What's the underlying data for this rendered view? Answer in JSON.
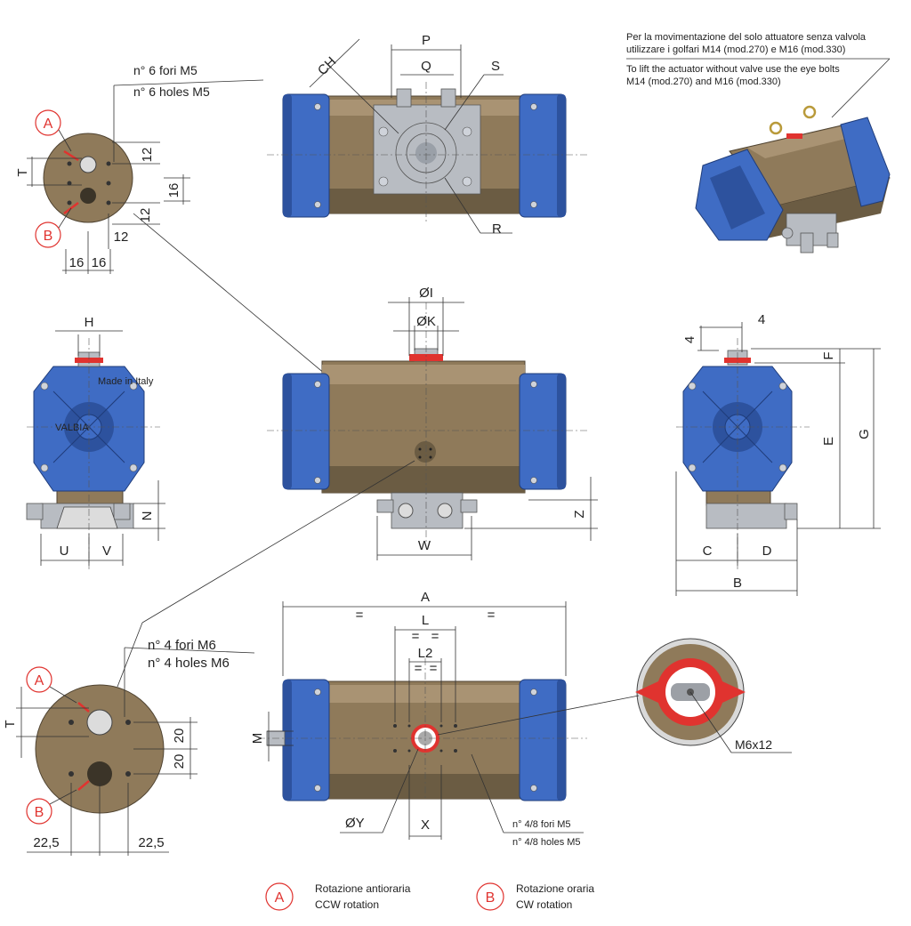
{
  "notes": {
    "it_line1": "Per la movimentazione del solo attuatore senza valvola",
    "it_line2": "utilizzare i golfari M14 (mod.270) e M16 (mod.330)",
    "en_line1": "To lift the actuator without valve use the eye bolts",
    "en_line2": "M14 (mod.270) and  M16 (mod.330)"
  },
  "detail_top_left": {
    "holes_it": "n° 6 fori M5",
    "holes_en": "n° 6 holes M5",
    "mark_a": "A",
    "mark_b": "B",
    "t": "T",
    "d12_a": "12",
    "d16_v": "16",
    "d12_b": "12",
    "d12_c": "12",
    "d16_a": "16",
    "d16_b": "16"
  },
  "top_view": {
    "ch": "CH",
    "p": "P",
    "q": "Q",
    "s": "S",
    "r": "R"
  },
  "front_view": {
    "phi_i": "ØI",
    "phi_k": "ØK",
    "z": "Z",
    "w": "W"
  },
  "left_view": {
    "h": "H",
    "n": "N",
    "u": "U",
    "v": "V",
    "brand": "VALBIA",
    "made_in": "Made in Italy"
  },
  "right_view": {
    "d4_h": "4",
    "d4_v": "4",
    "f": "F",
    "e": "E",
    "g": "G",
    "c": "C",
    "d": "D",
    "b": "B"
  },
  "bottom_view": {
    "a": "A",
    "eq": "=",
    "l": "L",
    "l2": "L2",
    "m": "M",
    "phi_y": "ØY",
    "x": "X",
    "holes_it": "n° 4/8 fori M5",
    "holes_en": "n° 4/8 holes M5",
    "m6x12": "M6x12"
  },
  "detail_bottom_left": {
    "holes_it": "n° 4 fori M6",
    "holes_en": "n° 4 holes M6",
    "mark_a": "A",
    "mark_b": "B",
    "t": "T",
    "d20_a": "20",
    "d20_b": "20",
    "d22_a": "22,5",
    "d22_b": "22,5"
  },
  "legend": {
    "a_mark": "A",
    "a_it": "Rotazione antioraria",
    "a_en": "CCW rotation",
    "b_mark": "B",
    "b_it": "Rotazione oraria",
    "b_en": "CW rotation"
  },
  "colors": {
    "body": "#8f7a5a",
    "end_cap": "#3f6cc4",
    "rotation_mark": "#e0332f"
  }
}
